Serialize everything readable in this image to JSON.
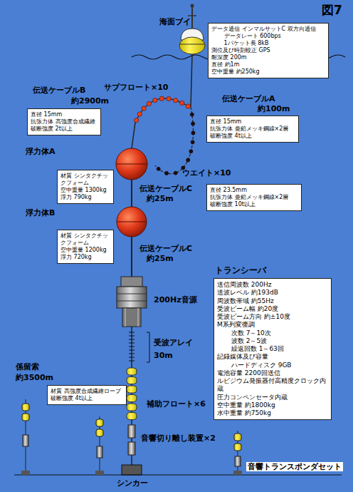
{
  "diagram": {
    "nodes": [
      {
        "text": [
          "データ通信 インマルサットC 双方向通信",
          "データレート 600bps",
          "1パケット長 8kB",
          "測位及び時刻較正 GPS",
          "耐深度 200m",
          "直径 約1m",
          "空中重量 約250kg"
        ]
      },
      {
        "text": [
          "直径 15mm",
          "抗張力体 高強度合成繊維",
          "破断強度 2t以上"
        ]
      },
      {
        "text": [
          "直径 15mm",
          "抗張力体 亜鉛メッキ鋼線×2層",
          "破断強度 4t以上"
        ]
      },
      {
        "text": [
          "材質 シンタクチックフォーム",
          "空中重量 1300kg",
          "浮力 790kg"
        ]
      },
      {
        "text": [
          "直径 23.5mm",
          "抗張力体 亜鉛メッキ鋼線×2層",
          "破断強度 10t以上"
        ]
      },
      {
        "text": [
          "材質 シンタクチックフォーム",
          "空中重量 1200kg",
          "浮力 720kg"
        ]
      },
      {
        "text": [
          "トランシーバ",
          "送信周波数 200Hz",
          "送波レベル 約193dB",
          "周波数帯域 約55Hz",
          "受波ビーム幅 約20度",
          "受波ビーム方向 約±10度",
          "M系列変復調",
          "次数 7～10次",
          "波数 2～5波",
          "繰返回数 1～63回",
          "記録媒体及び容量",
          "ハードディスク 9GB",
          "電池容量 2200回送信",
          "ルビジウム発振器付高精度クロック内蔵",
          "圧力コンペンセータ内蔵",
          "空中重量 約1800kg",
          "水中重量 約750kg"
        ]
      },
      {
        "text": [
          "材質 高強度合成繊維ロープ",
          "破断強度 4t以上"
        ]
      }
    ],
    "labels": [
      "図7",
      "海面ブイ",
      "サブフロート×10",
      "伝送ケーブルB",
      "約2900m",
      "伝送ケーブルA",
      "約100m",
      "浮力体A",
      "ウエイト×10",
      "伝送ケーブルC",
      "約25m",
      "浮力体B",
      "伝送ケーブルC",
      "約25m",
      "200Hz音源",
      "受波アレイ",
      "30m",
      "係留索",
      "約3500m",
      "補助フロート×6",
      "音響切り離し装置×2",
      "シンカー",
      "音響トランスポンダセット"
    ]
  }
}
